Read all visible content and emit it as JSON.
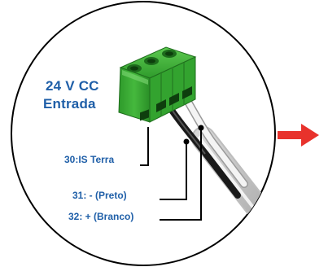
{
  "title": {
    "line1": "24 V CC",
    "line2": "Entrada"
  },
  "terminals": [
    {
      "label": "30:IS Terra"
    },
    {
      "label": "31: - (Preto)"
    },
    {
      "label": "32: + (Branco)"
    }
  ],
  "colors": {
    "text": "#1f5fa8",
    "connector": "#3aa935",
    "arrow": "#e8322c",
    "circle": "#000000"
  },
  "icons": {
    "arrow": "right-arrow-icon",
    "connector": "terminal-block-connector-icon"
  }
}
